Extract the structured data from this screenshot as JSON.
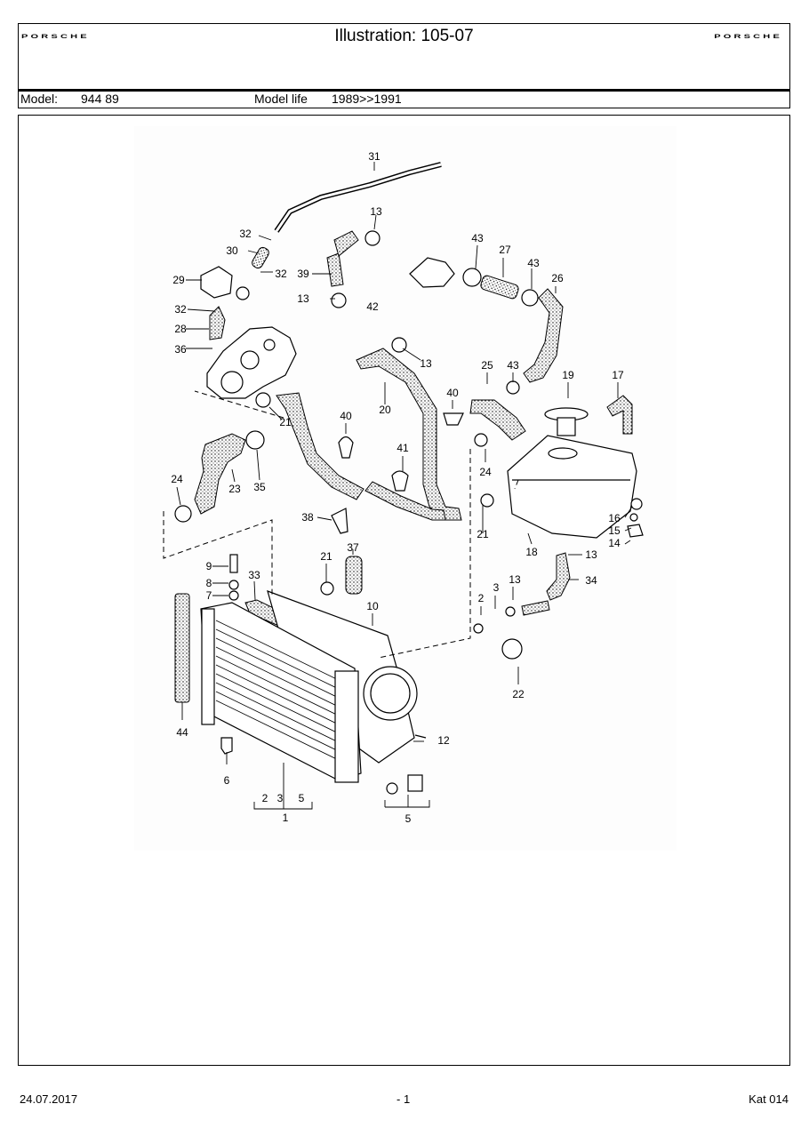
{
  "header": {
    "brand_left": "PORSCHE",
    "brand_right": "PORSCHE",
    "title": "Illustration: 105-07",
    "model_label": "Model:",
    "model_value": "944 89",
    "model_life_label": "Model life",
    "model_life_value": "1989>>1991"
  },
  "illustration": {
    "callouts": [
      "31",
      "32",
      "30",
      "32",
      "13",
      "39",
      "42",
      "13",
      "43",
      "27",
      "43",
      "26",
      "29",
      "32",
      "28",
      "36",
      "13",
      "20",
      "25",
      "43",
      "19",
      "17",
      "21",
      "40",
      "40",
      "41",
      "24",
      "23",
      "35",
      "24",
      "21",
      "16",
      "15",
      "14",
      "18",
      "38",
      "37",
      "13",
      "34",
      "9",
      "8",
      "7",
      "33",
      "21",
      "10",
      "2",
      "3",
      "13",
      "22",
      "44",
      "12",
      "6",
      "2",
      "3",
      "5",
      "1",
      "5"
    ]
  },
  "footer": {
    "date": "24.07.2017",
    "page": "- 1",
    "catalog": "Kat 014"
  }
}
